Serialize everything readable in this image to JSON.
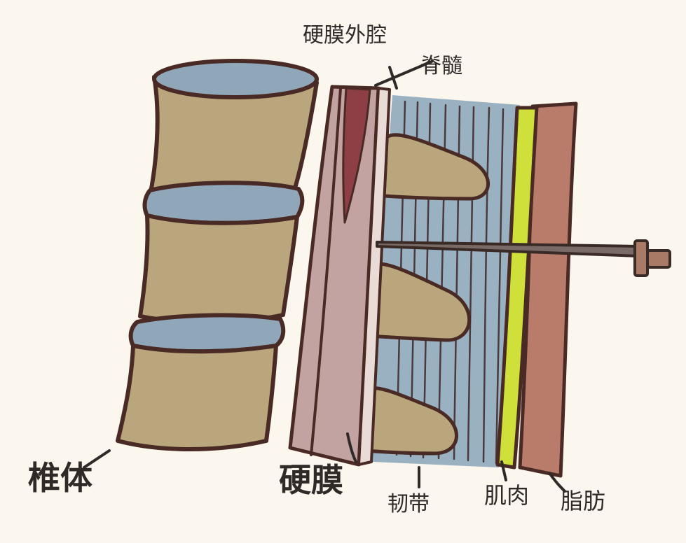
{
  "labels": {
    "epidural_space": "硬膜外腔",
    "spinal_cord": "脊髓",
    "vertebra": "椎体",
    "dura": "硬膜",
    "ligament": "韧带",
    "muscle": "肌肉",
    "fat": "脂肪"
  },
  "icons": {
    "needle": "needle-icon"
  },
  "colors": {
    "background": "#fbf7ee",
    "outline": "#4a2a24",
    "vertebra_body": "#b9a67c",
    "disc": "#8fa7b9",
    "dura_sac": "#c2a3a2",
    "spinal_cord": "#8e3f45",
    "ligament": "#9ab1c2",
    "muscle": "#cfe03a",
    "fat": "#ba7c6a",
    "needle": "#7a6a65"
  }
}
